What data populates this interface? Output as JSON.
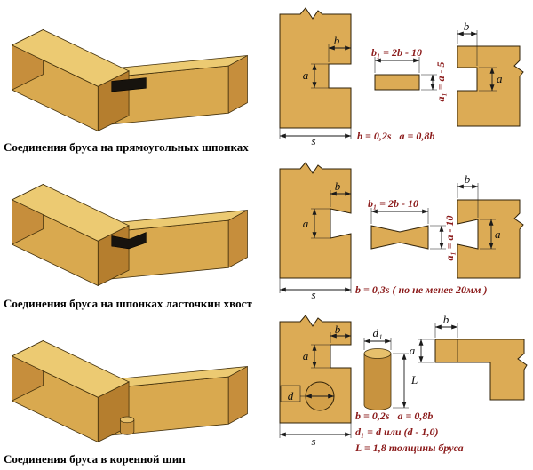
{
  "colors": {
    "wood": "#d9aa50",
    "formula_red": "#8b1a1a",
    "outline": "#42300c"
  },
  "sections": [
    {
      "caption": "Соединения бруса на прямоугольных шпонках",
      "dim_a": "a",
      "dim_b": "b",
      "dim_s": "s",
      "key_width": "b₁ = 2b - 10",
      "key_height": "a₁ = a - 5",
      "rule": "b = 0,2s   a = 0,8b"
    },
    {
      "caption": "Соединения бруса на шпонках ласточкин хвост",
      "dim_a": "a",
      "dim_b": "b",
      "dim_s": "s",
      "key_width": "b₁ = 2b - 10",
      "key_height": "a₁ = a - 10",
      "rule": "b = 0,3s ( но не менее 20мм )"
    },
    {
      "caption": "Соединения бруса в коренной шип",
      "dim_a": "a",
      "dim_b": "b",
      "dim_s": "s",
      "dim_d": "d",
      "dim_d1": "d₁",
      "dim_L": "L",
      "rules": {
        "size": "b = 0,2s   a = 0,8b",
        "diameter": "d₁ = d или (d - 1,0)",
        "length": "L = 1,8 толщины бруса"
      }
    }
  ]
}
